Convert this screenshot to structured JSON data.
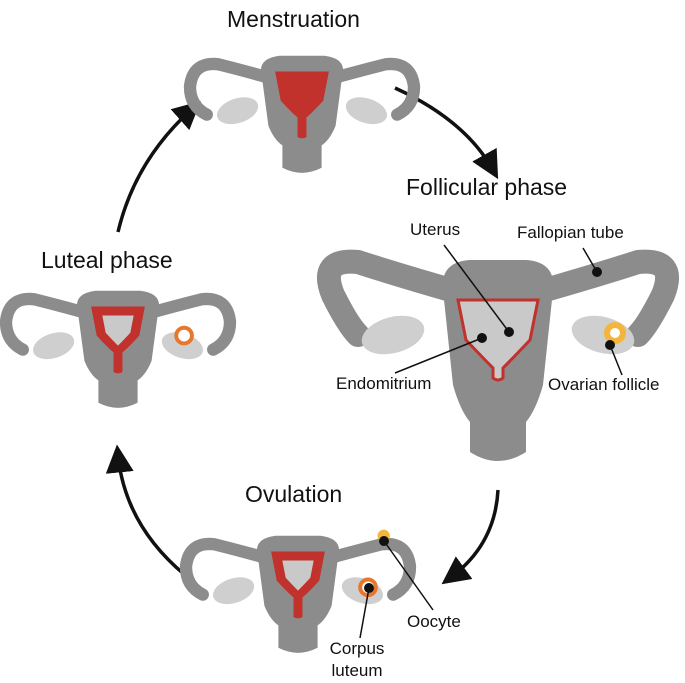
{
  "phases": {
    "menstruation": "Menstruation",
    "follicular": "Follicular phase",
    "ovulation": "Ovulation",
    "luteal": "Luteal phase"
  },
  "labels": {
    "uterus": "Uterus",
    "fallopian_tube": "Fallopian tube",
    "endometrium": "Endomitrium",
    "ovarian_follicle": "Ovarian follicle",
    "oocyte": "Oocyte",
    "corpus_luteum_line1": "Corpus",
    "corpus_luteum_line2": "luteum"
  },
  "colors": {
    "organ_gray": "#8c8c8c",
    "ovary_gray": "#cfcfcf",
    "endometrium_red": "#c0322b",
    "cavity_gray": "#c9c9c9",
    "follicle_yellow": "#f3b53c",
    "luteum_orange": "#e8772e",
    "arrow_black": "#111111"
  }
}
